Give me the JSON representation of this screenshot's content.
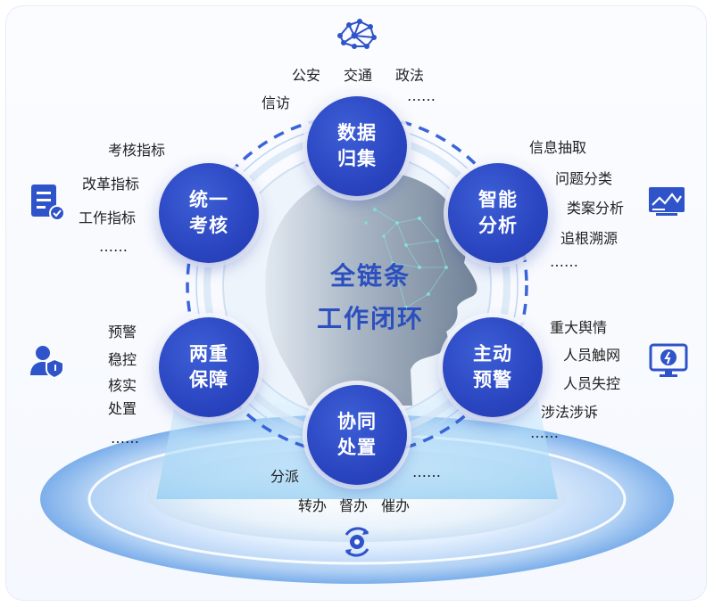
{
  "center_title": [
    "全链条",
    "工作闭环"
  ],
  "nodes": {
    "data_collect": [
      "数据",
      "归集"
    ],
    "smart_analysis": [
      "智能",
      "分析"
    ],
    "active_warning": [
      "主动",
      "预警"
    ],
    "coordinated_handling": [
      "协同",
      "处置"
    ],
    "dual_guarantee": [
      "两重",
      "保障"
    ],
    "unified_assessment": [
      "统一",
      "考核"
    ]
  },
  "data_collect_items": [
    "公安",
    "交通",
    "政法",
    "信访",
    "……"
  ],
  "smart_analysis_items": [
    "信息抽取",
    "问题分类",
    "类案分析",
    "追根溯源",
    "……"
  ],
  "active_warning_items": [
    "重大舆情",
    "人员触网",
    "人员失控",
    "涉法涉诉",
    "……"
  ],
  "coordinated_handling_items": [
    "分派",
    "转办",
    "督办",
    "催办",
    "……"
  ],
  "dual_guarantee_items": [
    "预警",
    "稳控",
    "核实",
    "处置",
    "……"
  ],
  "unified_assessment_items": [
    "考核指标",
    "改革指标",
    "工作指标",
    "……"
  ],
  "icons": {
    "top": "neural-network-icon",
    "left_top": "checklist-document-icon",
    "right_top": "monitor-chart-icon",
    "left_bottom": "user-shield-icon",
    "right_bottom": "alert-monitor-icon",
    "bottom": "cycle-gear-icon"
  },
  "colors": {
    "accent": "#2a45c0",
    "icon": "#2f53c9",
    "ring": "#3a64d8"
  }
}
